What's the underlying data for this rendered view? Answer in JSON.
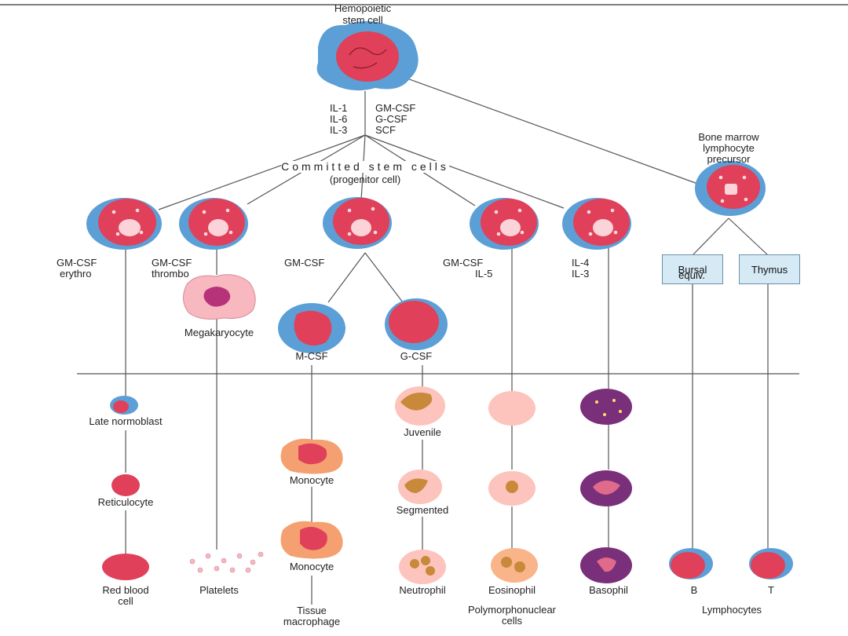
{
  "title": "Hemopoietic stem cell",
  "stem_title_line1": "Hemopoietic",
  "stem_title_line2": "stem cell",
  "factors_left": [
    "IL-1",
    "IL-6",
    "IL-3"
  ],
  "factors_right": [
    "GM-CSF",
    "G-CSF",
    "SCF"
  ],
  "committed_label": "Committed stem cells",
  "progenitor_label": "(progenitor cell)",
  "lymph_precursor": [
    "Bone marrow",
    "lymphocyte",
    "precursor"
  ],
  "branch_labels": {
    "erythro": [
      "GM-CSF",
      "erythro"
    ],
    "thrombo": [
      "GM-CSF",
      "thrombo"
    ],
    "gm": "GM-CSF",
    "eosin": [
      "GM-CSF",
      "IL-5"
    ],
    "baso": [
      "IL-4",
      "IL-3"
    ]
  },
  "bursal_box": [
    "Bursal",
    "equiv."
  ],
  "thymus_box": "Thymus",
  "megakaryocyte": "Megakaryocyte",
  "m_csf": "M-CSF",
  "g_csf": "G-CSF",
  "cells": {
    "late_normoblast": "Late normoblast",
    "reticulocyte": "Reticulocyte",
    "red_blood_cell": [
      "Red blood",
      "cell"
    ],
    "platelets": "Platelets",
    "monocyte_1": "Monocyte",
    "monocyte_2": "Monocyte",
    "tissue_macrophage": [
      "Tissue",
      "macrophage"
    ],
    "juvenile": "Juvenile",
    "segmented": "Segmented",
    "neutrophil": "Neutrophil",
    "eosinophil": "Eosinophil",
    "basophil": "Basophil",
    "b": "B",
    "t": "T"
  },
  "polymorphonuclear": [
    "Polymorphonuclear",
    "cells"
  ],
  "lymphocytes": "Lymphocytes",
  "colors": {
    "cytoplasm_blue": "#5b9fd6",
    "nucleus_red": "#e0405a",
    "pink": "#f7b8c0",
    "orange": "#f07a50",
    "purple": "#7a2f7a",
    "box_fill": "#d6eaf5",
    "line": "#555555"
  }
}
